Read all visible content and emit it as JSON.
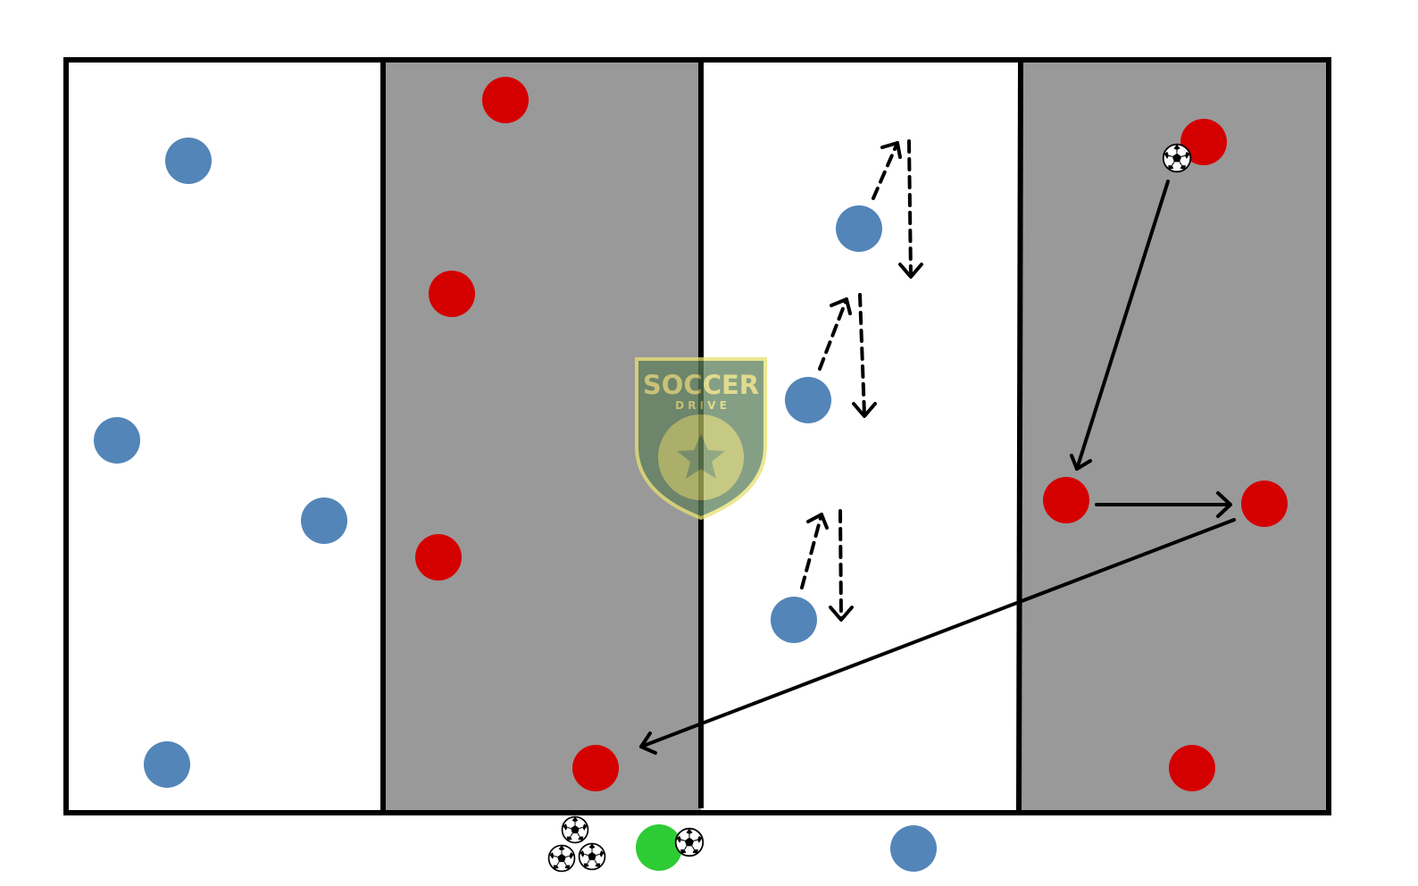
{
  "colors": {
    "background": "#ffffff",
    "zone_light": "#ffffff",
    "zone_dark": "#999999",
    "border": "#000000",
    "blue_team": "#5385b8",
    "red_team": "#d40000",
    "coach": "#2ecc34",
    "logo_fill": "#5d7f5c",
    "logo_edge": "#e8e070",
    "logo_text": "#d8cf6c"
  },
  "legend_symbols": {
    "blue_player": "blue-circle",
    "red_player": "red-circle",
    "coach": "green-circle",
    "ball": "soccer-ball-icon",
    "pass": "solid-arrow",
    "run": "dashed-arrow"
  },
  "logo": {
    "line1": "SOCCER",
    "line2": "D R I V E"
  }
}
